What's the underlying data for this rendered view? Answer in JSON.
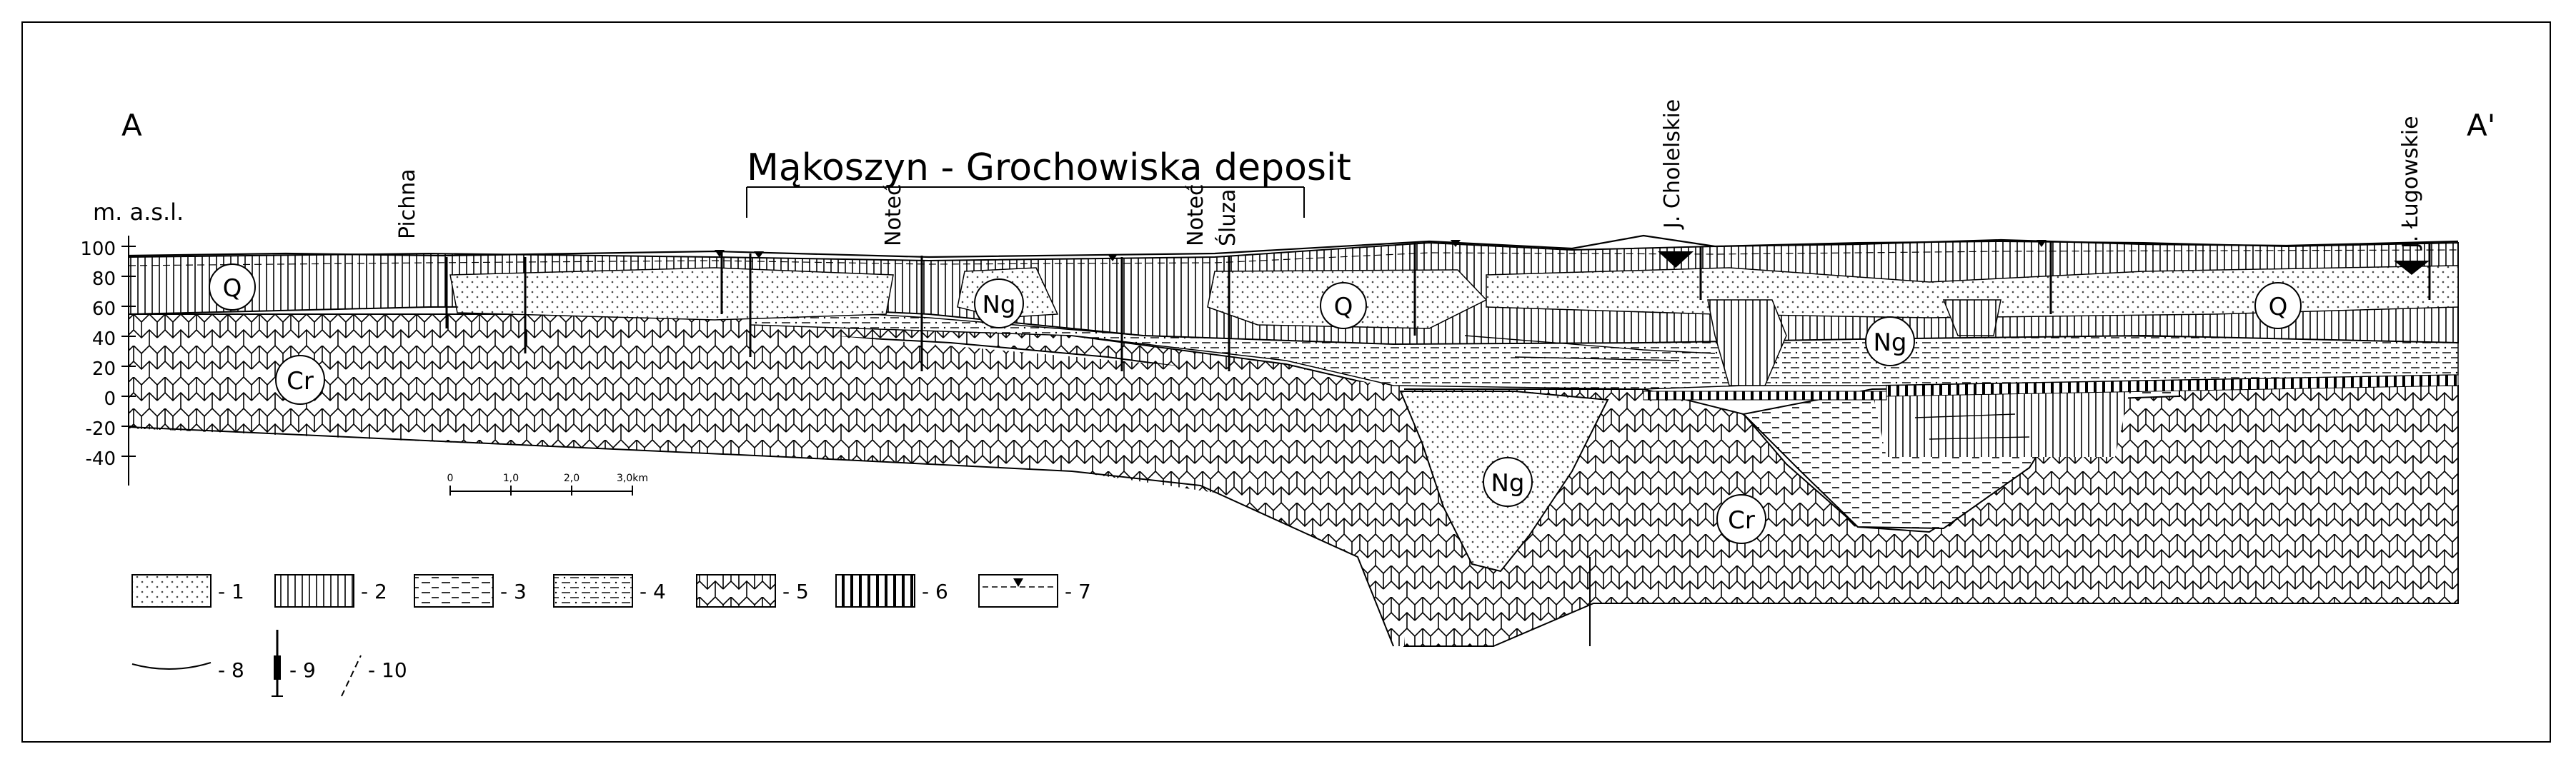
{
  "section": {
    "start_label": "A",
    "end_label": "A'",
    "deposit_title": "Mąkoszyn - Grochowiska deposit",
    "axis_unit": "m. a.s.l."
  },
  "axis": {
    "ticks": [
      "100",
      "80",
      "60",
      "40",
      "20",
      "0",
      "-20",
      "-40"
    ]
  },
  "places": {
    "pichna": "Pichna",
    "notec_1": "Noteć",
    "notec_2": "Noteć",
    "sluza": "Śluza",
    "j_cholelskie": "J. Cholelskie",
    "j_lugowskie": "J. Ługowskie"
  },
  "unit_labels": {
    "q": "Q",
    "cr": "Cr",
    "ng": "Ng"
  },
  "scale_bar": {
    "ticks": [
      "0",
      "1,0",
      "2,0",
      "3,0km"
    ]
  },
  "legend": {
    "items": [
      "- 1",
      "- 2",
      "- 3",
      "- 4",
      "- 5",
      "- 6",
      "- 7",
      "- 8",
      "- 9",
      "- 10"
    ]
  },
  "colors": {
    "ink": "#000000",
    "paper": "#ffffff"
  }
}
